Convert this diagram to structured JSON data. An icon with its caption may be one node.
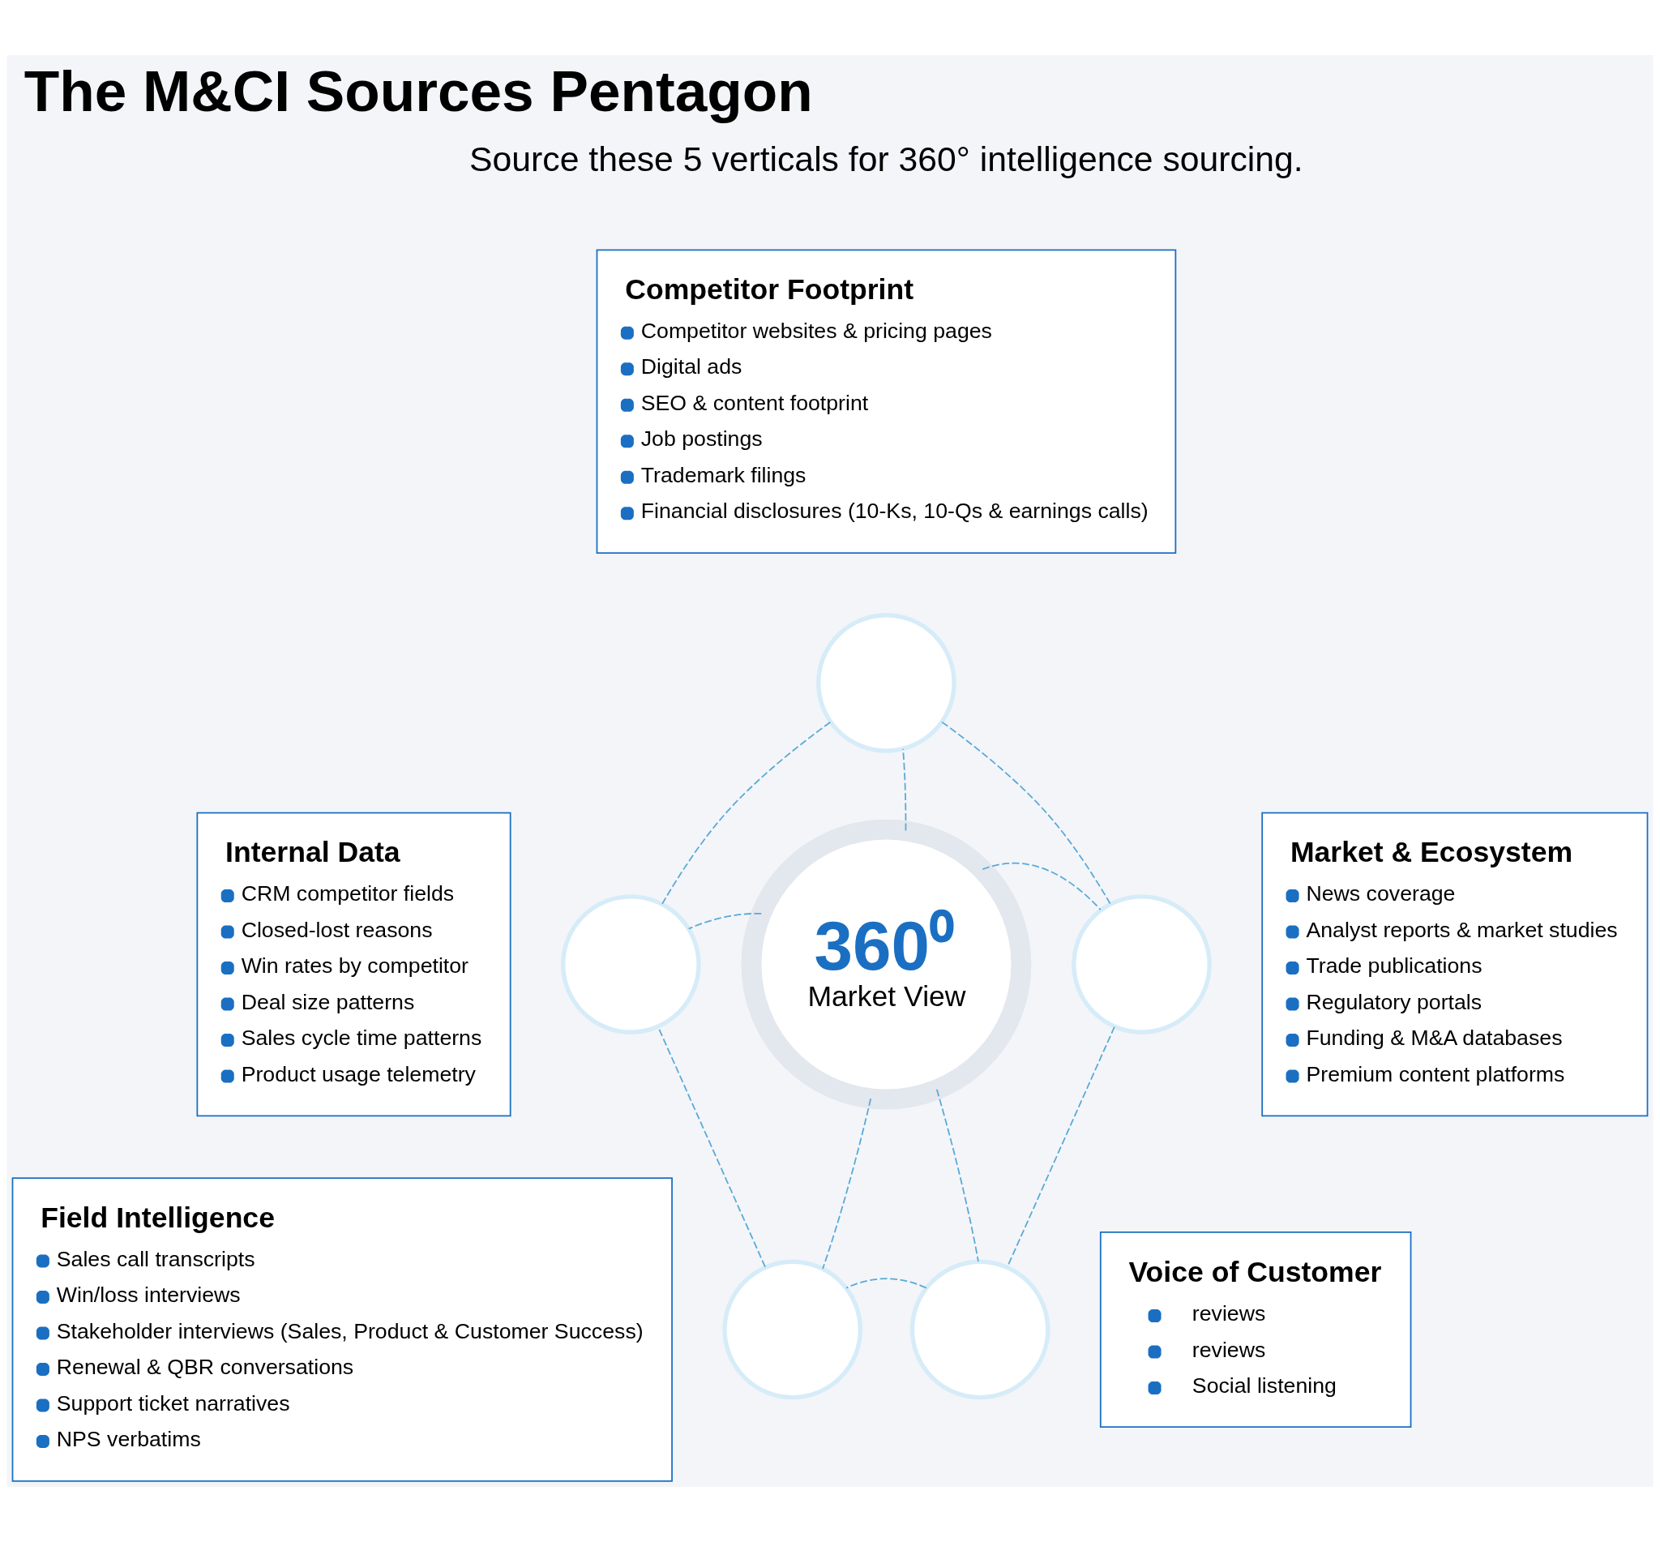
{
  "diagram": {
    "title": "The M&CI Sources Pentagon",
    "nodes": [
      {
        "text": [
          "Competitor Footprint",
          "Competitor websites & pricing pages",
          "Digital ads",
          "SEO & content footprint",
          "Job postings",
          "Trademark filings",
          "Financial disclosures (10-Ks, 10-Qs & earnings calls)"
        ]
      },
      {
        "text": [],
        "shape": "circle"
      },
      {
        "text": [
          "Internal Data",
          "CRM competitor fields",
          "Closed-lost reasons",
          "Win rates by competitor",
          "Deal size patterns",
          "Sales cycle time patterns",
          "Product usage telemetry"
        ]
      },
      {
        "text": [],
        "shape": "circle"
      },
      {
        "text": [
          "Market & Ecosystem",
          "News coverage",
          "Analyst reports & market studies",
          "Trade publications",
          "Regulatory portals",
          "Funding & M&A databases",
          "Premium content platforms"
        ]
      },
      {
        "text": [],
        "shape": "circle"
      },
      {
        "text": [
          "360⁰",
          "Market View"
        ]
      },
      {
        "text": [],
        "shape": "circle"
      },
      {
        "text": [],
        "shape": "circle"
      },
      {
        "text": [
          "Field Intelligence",
          "Sales call transcripts",
          "Win/loss interviews",
          "Stakeholder interviews (Sales, Product & Customer Success)",
          "Renewal & QBR conversations",
          "Support ticket narratives",
          "NPS verbatims"
        ]
      },
      {
        "text": [
          "Voice of Customer",
          "reviews",
          "reviews",
          "Social listening"
        ]
      }
    ],
    "edges": [
      {
        "from": 1,
        "to": 5,
        "arrow": "none",
        "style": "dashed"
      },
      {
        "from": 5,
        "to": 8,
        "arrow": "none",
        "style": "dashed"
      },
      {
        "from": 8,
        "to": 7,
        "arrow": "none",
        "style": "dashed"
      },
      {
        "from": 7,
        "to": 3,
        "arrow": "none",
        "style": "dashed"
      },
      {
        "from": 3,
        "to": 1,
        "arrow": "none",
        "style": "dashed"
      },
      {
        "from": 6,
        "to": 1,
        "arrow": "none",
        "style": "dashed"
      },
      {
        "from": 6,
        "to": 3,
        "arrow": "none",
        "style": "dashed"
      },
      {
        "from": 6,
        "to": 5,
        "arrow": "none",
        "style": "dashed"
      },
      {
        "from": 6,
        "to": 7,
        "arrow": "none",
        "style": "dashed"
      },
      {
        "from": 6,
        "to": 8,
        "arrow": "none",
        "style": "dashed"
      }
    ],
    "labels": [
      "Source these 5 verticals for 360° intelligence sourcing."
    ]
  }
}
